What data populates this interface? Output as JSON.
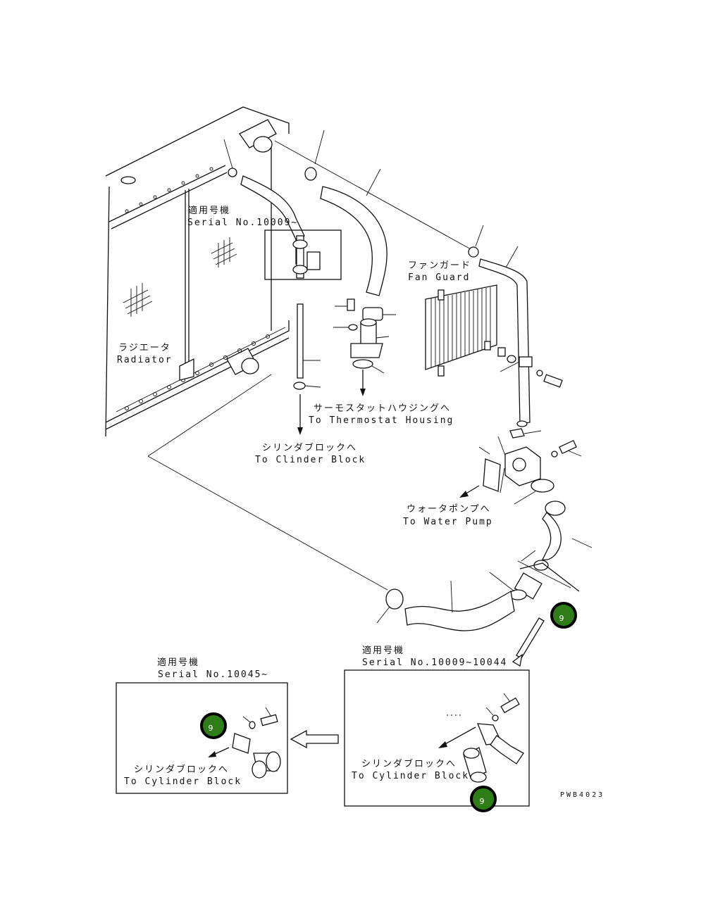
{
  "labels": {
    "serial_top_jp": "適用号機",
    "serial_top_en": "Serial No.10009~",
    "fan_guard_jp": "ファンガード",
    "fan_guard_en": "Fan Guard",
    "radiator_jp": "ラジエータ",
    "radiator_en": "Radiator",
    "thermostat_jp": "サーモスタットハウジングへ",
    "thermostat_en": "To Thermostat Housing",
    "cyl_block_main_jp": "シリンダブロックへ",
    "cyl_block_main_en": "To Clinder Block",
    "water_pump_jp": "ウォータポンプへ",
    "water_pump_en": "To Water Pump",
    "serial_left_jp": "適用号機",
    "serial_left_en": "Serial No.10045~",
    "cyl_block_left_jp": "シリンダブロックへ",
    "cyl_block_left_en": "To Cylinder Block",
    "serial_right_jp": "適用号機",
    "serial_right_en": "Serial No.10009~10044",
    "cyl_block_right_jp": "シリンダブロックへ",
    "cyl_block_right_en": "To Cylinder Block",
    "drawing_code": "PWB4023"
  },
  "badges": {
    "main": "9",
    "left_detail": "9",
    "right_detail": "9"
  },
  "colors": {
    "badge_fill": "#2e7d16",
    "line": "#111111"
  }
}
